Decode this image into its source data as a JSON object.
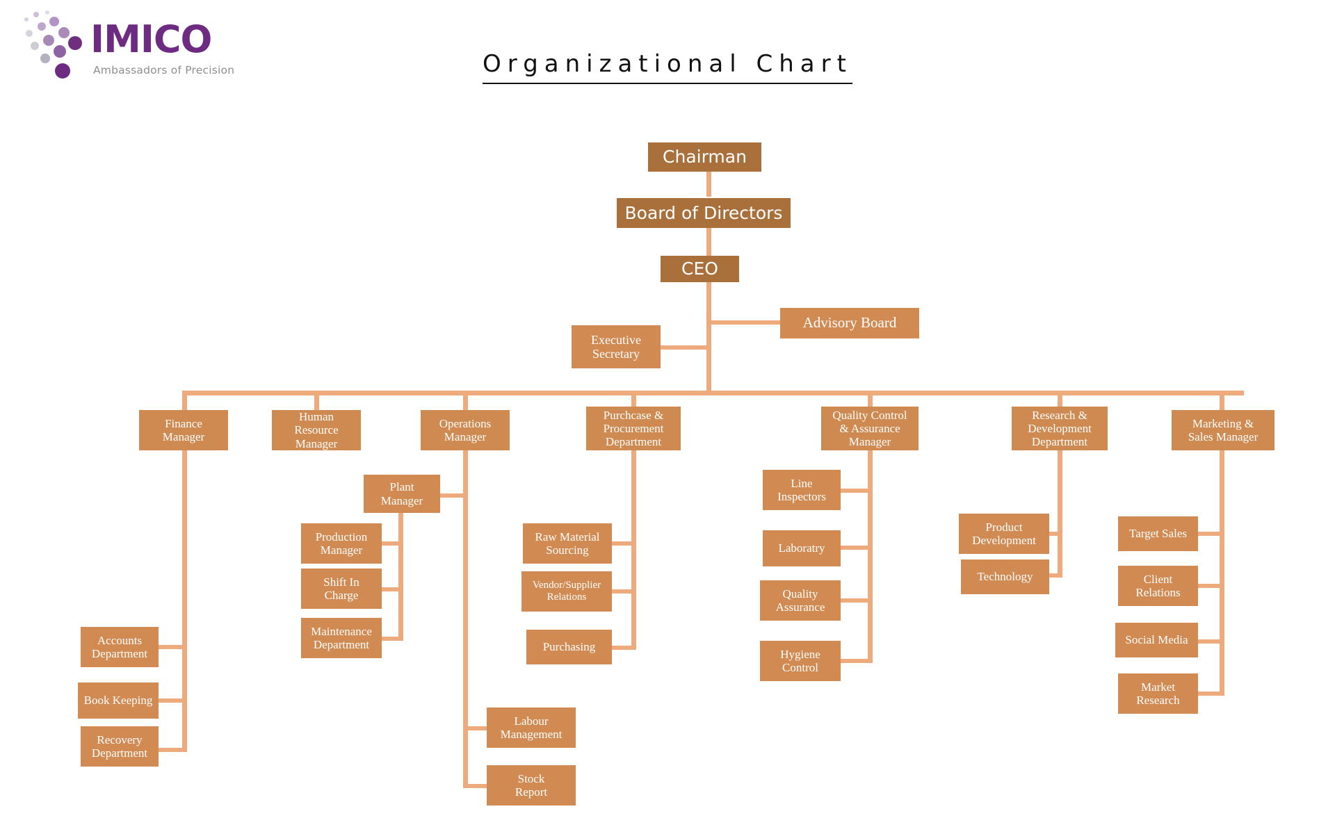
{
  "brand": {
    "name": "IMICO",
    "tagline": "Ambassadors of Precision",
    "wordmark_color": "#6d2c82",
    "tagline_color": "#8f8f93"
  },
  "page": {
    "title": "Organizational Chart",
    "background": "#ffffff"
  },
  "palette": {
    "node_top": "#a9703c",
    "node_sub": "#d18a52",
    "connector": "#edab7d",
    "node_text": "#ffffff"
  },
  "chart_data": {
    "type": "diagram",
    "title": "Organizational Chart",
    "nodes": [
      {
        "id": "chairman",
        "label": "Chairman",
        "level": "top"
      },
      {
        "id": "board",
        "label": "Board of Directors",
        "level": "top"
      },
      {
        "id": "ceo",
        "label": "CEO",
        "level": "top"
      },
      {
        "id": "advisory",
        "label": "Advisory Board",
        "level": "sub"
      },
      {
        "id": "exec-sec",
        "label": "Executive\nSecretary",
        "level": "sub"
      },
      {
        "id": "finance",
        "label": "Finance\nManager",
        "level": "mgr"
      },
      {
        "id": "hr",
        "label": "Human\nResource\nManager",
        "level": "mgr"
      },
      {
        "id": "operations",
        "label": "Operations\nManager",
        "level": "mgr"
      },
      {
        "id": "purchase",
        "label": "Purchcase &\nProcurement\nDepartment",
        "level": "mgr"
      },
      {
        "id": "quality",
        "label": "Quality Control\n& Assurance\nManager",
        "level": "mgr"
      },
      {
        "id": "rnd",
        "label": "Research &\nDevelopment\nDepartment",
        "level": "mgr"
      },
      {
        "id": "marketing",
        "label": "Marketing &\nSales Manager",
        "level": "mgr"
      },
      {
        "id": "accounts",
        "label": "Accounts\nDepartment",
        "level": "leaf"
      },
      {
        "id": "bookkeeping",
        "label": "Book Keeping",
        "level": "leaf"
      },
      {
        "id": "recovery",
        "label": "Recovery\nDepartment",
        "level": "leaf"
      },
      {
        "id": "plant",
        "label": "Plant\nManager",
        "level": "leaf"
      },
      {
        "id": "production",
        "label": "Production\nManager",
        "level": "leaf"
      },
      {
        "id": "shift",
        "label": "Shift In\nCharge",
        "level": "leaf"
      },
      {
        "id": "maintenance",
        "label": "Maintenance\nDepartment",
        "level": "leaf"
      },
      {
        "id": "labour",
        "label": "Labour\nManagement",
        "level": "leaf"
      },
      {
        "id": "stock",
        "label": "Stock\nReport",
        "level": "leaf"
      },
      {
        "id": "rawmat",
        "label": "Raw Material\nSourcing",
        "level": "leaf"
      },
      {
        "id": "vendor",
        "label": "Vendor/Supplier\nRelations",
        "level": "leaf"
      },
      {
        "id": "purchasing",
        "label": "Purchasing",
        "level": "leaf"
      },
      {
        "id": "line-insp",
        "label": "Line\nInspectors",
        "level": "leaf"
      },
      {
        "id": "lab",
        "label": "Laboratry",
        "level": "leaf"
      },
      {
        "id": "qa",
        "label": "Quality\nAssurance",
        "level": "leaf"
      },
      {
        "id": "hygiene",
        "label": "Hygiene\nControl",
        "level": "leaf"
      },
      {
        "id": "proddev",
        "label": "Product\nDevelopment",
        "level": "leaf"
      },
      {
        "id": "technology",
        "label": "Technology",
        "level": "leaf"
      },
      {
        "id": "targetsales",
        "label": "Target Sales",
        "level": "leaf"
      },
      {
        "id": "client",
        "label": "Client\nRelations",
        "level": "leaf"
      },
      {
        "id": "social",
        "label": "Social Media",
        "level": "leaf"
      },
      {
        "id": "market",
        "label": "Market\nResearch",
        "level": "leaf"
      }
    ],
    "edges": [
      [
        "chairman",
        "board"
      ],
      [
        "board",
        "ceo"
      ],
      [
        "ceo",
        "advisory"
      ],
      [
        "ceo",
        "exec-sec"
      ],
      [
        "ceo",
        "finance"
      ],
      [
        "ceo",
        "hr"
      ],
      [
        "ceo",
        "operations"
      ],
      [
        "ceo",
        "purchase"
      ],
      [
        "ceo",
        "quality"
      ],
      [
        "ceo",
        "rnd"
      ],
      [
        "ceo",
        "marketing"
      ],
      [
        "finance",
        "accounts"
      ],
      [
        "finance",
        "bookkeeping"
      ],
      [
        "finance",
        "recovery"
      ],
      [
        "operations",
        "plant"
      ],
      [
        "operations",
        "labour"
      ],
      [
        "operations",
        "stock"
      ],
      [
        "plant",
        "production"
      ],
      [
        "plant",
        "shift"
      ],
      [
        "plant",
        "maintenance"
      ],
      [
        "purchase",
        "rawmat"
      ],
      [
        "purchase",
        "vendor"
      ],
      [
        "purchase",
        "purchasing"
      ],
      [
        "quality",
        "line-insp"
      ],
      [
        "quality",
        "lab"
      ],
      [
        "quality",
        "qa"
      ],
      [
        "quality",
        "hygiene"
      ],
      [
        "rnd",
        "proddev"
      ],
      [
        "rnd",
        "technology"
      ],
      [
        "marketing",
        "targetsales"
      ],
      [
        "marketing",
        "client"
      ],
      [
        "marketing",
        "social"
      ],
      [
        "marketing",
        "market"
      ]
    ]
  }
}
